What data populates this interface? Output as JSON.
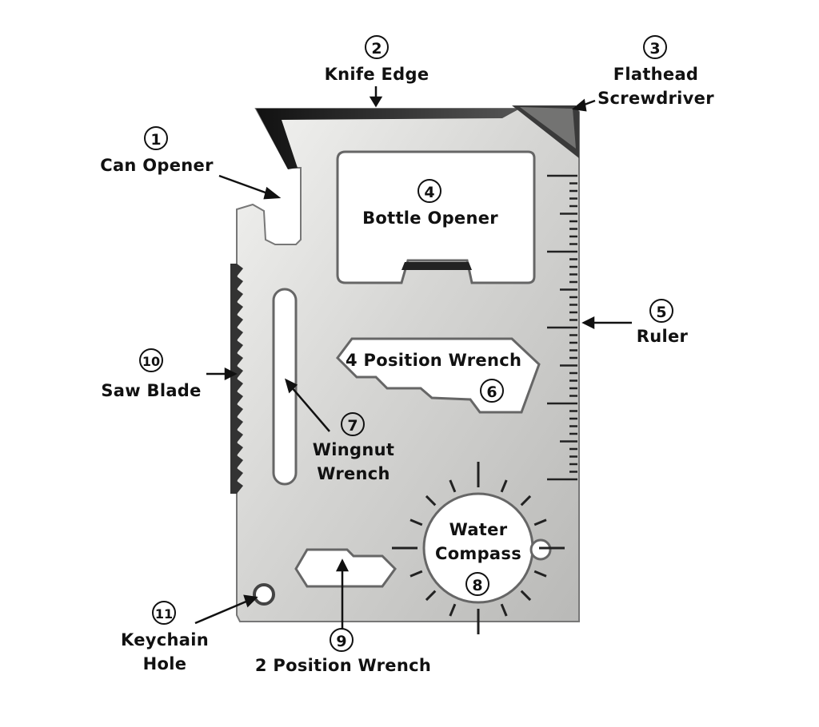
{
  "colors": {
    "card": "#d9d9d7",
    "card_edge": "#8a8a88",
    "card_light": "#f1f1ef",
    "blade": "#1e1e1e",
    "ink": "#111111"
  },
  "icons": [
    "multi-tool-card-illustration"
  ],
  "parts": [
    {
      "number": "1",
      "name": "Can Opener"
    },
    {
      "number": "2",
      "name": "Knife Edge"
    },
    {
      "number": "3",
      "name_lines": [
        "Flathead",
        "Screwdriver"
      ]
    },
    {
      "number": "4",
      "name": "Bottle Opener"
    },
    {
      "number": "5",
      "name": "Ruler"
    },
    {
      "number": "6",
      "name": "4 Position Wrench"
    },
    {
      "number": "7",
      "name_lines": [
        "Wingnut",
        "Wrench"
      ]
    },
    {
      "number": "8",
      "name_lines": [
        "Water",
        "Compass"
      ]
    },
    {
      "number": "9",
      "name": "2 Position Wrench"
    },
    {
      "number": "10",
      "name": "Saw Blade"
    },
    {
      "number": "11",
      "name_lines": [
        "Keychain",
        "Hole"
      ]
    }
  ]
}
